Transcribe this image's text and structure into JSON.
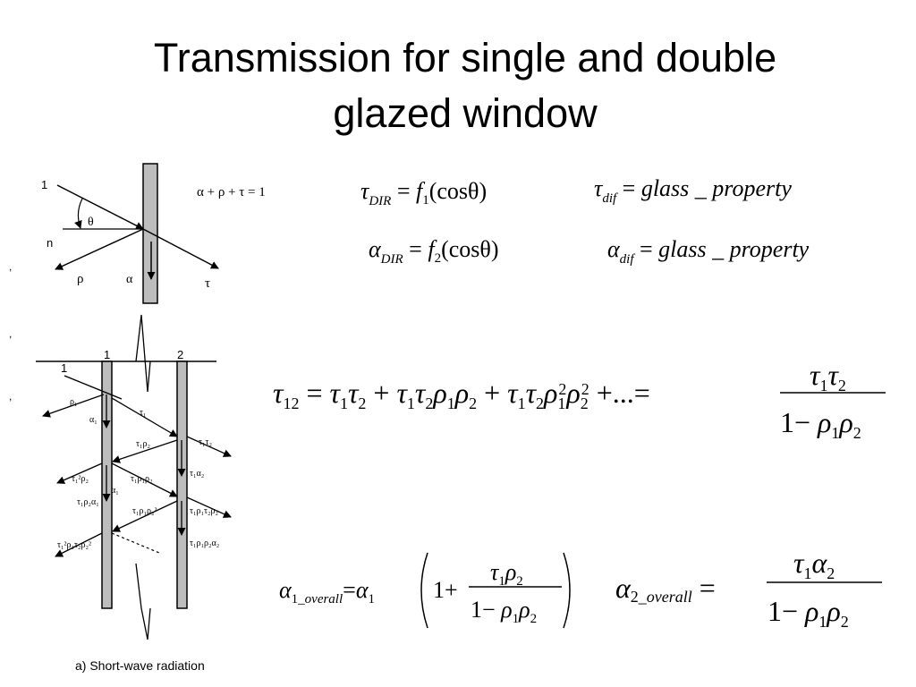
{
  "slide": {
    "title_line1": "Transmission for single and double",
    "title_line2": "glazed window"
  },
  "diagram_top": {
    "label_1": "1",
    "label_n": "n",
    "label_theta": "θ",
    "label_rho": "ρ",
    "label_alpha": "α",
    "label_tau": "τ",
    "balance_eq": "α + ρ + τ = 1"
  },
  "equations": {
    "tau_dir": {
      "sym": "τ",
      "sub": "DIR",
      "rhs_f": "f",
      "rhs_sub": "1",
      "rhs_arg": "(cosθ)"
    },
    "tau_dif": {
      "sym": "τ",
      "sub": "dif",
      "rhs": "glass _ property"
    },
    "alpha_dir": {
      "sym": "α",
      "sub": "DIR",
      "rhs_f": "f",
      "rhs_sub": "2",
      "rhs_arg": "(cosθ)"
    },
    "alpha_dif": {
      "sym": "α",
      "sub": "dif",
      "rhs": "glass _ property"
    }
  },
  "diagram_bottom": {
    "pane_1": "1",
    "pane_2": "2",
    "ray_1": "1",
    "caption": "a) Short-wave radiation",
    "labels": {
      "rho1": "ρ₁",
      "alpha1": "α₁",
      "tau1": "τ₁",
      "tau1rho2": "τ₁ρ₂",
      "tau1tau2": "τ₁τ₂",
      "tau1alpha2": "τ₁α₂",
      "tau1sq_rho2": "τ₁²ρ₂",
      "tau1rho1rho2": "τ₁ρ₁ρ₂",
      "alpha1_b": "α₁",
      "tau1rho2alpha1": "τ₁ρ₂α₁",
      "tau1rho1tau2rho2": "τ₁ρ₁τ₂ρ₂",
      "tau1rho1rho2sq": "τ₁ρ₁ρ₂²",
      "tau1rho1rho2alpha2": "τ₁ρ₁ρ₂α₂",
      "tau1sq_rho1_tau2_rho2sq": "τ₁²ρ₁τ₂ρ₂²"
    }
  },
  "margin_marks": [
    ",",
    ",",
    ","
  ]
}
